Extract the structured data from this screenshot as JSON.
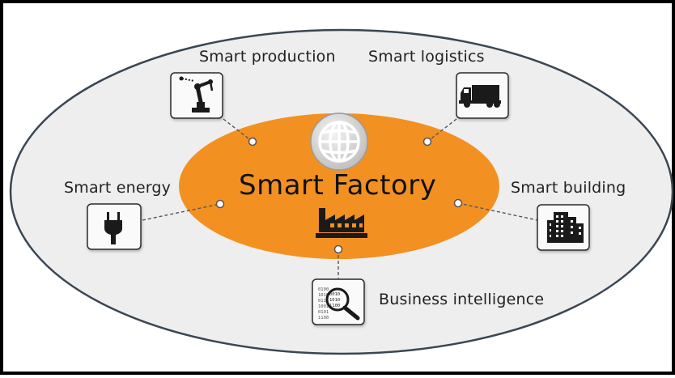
{
  "diagram": {
    "title": "Smart Factory",
    "center_icons": [
      "globe-icon",
      "factory-icon"
    ],
    "colors": {
      "outer_ellipse_fill": "#eeeeee",
      "outer_ellipse_stroke": "#3a4652",
      "center_fill": "#f29122",
      "connector": "#555555",
      "icon_dark": "#1a1a1a"
    },
    "nodes": [
      {
        "id": "production",
        "label": "Smart production",
        "icon": "robot-arm-icon"
      },
      {
        "id": "logistics",
        "label": "Smart logistics",
        "icon": "truck-icon"
      },
      {
        "id": "energy",
        "label": "Smart energy",
        "icon": "power-plug-icon"
      },
      {
        "id": "building",
        "label": "Smart building",
        "icon": "office-building-icon"
      },
      {
        "id": "bi",
        "label": "Business intelligence",
        "icon": "data-magnifier-icon"
      }
    ]
  }
}
